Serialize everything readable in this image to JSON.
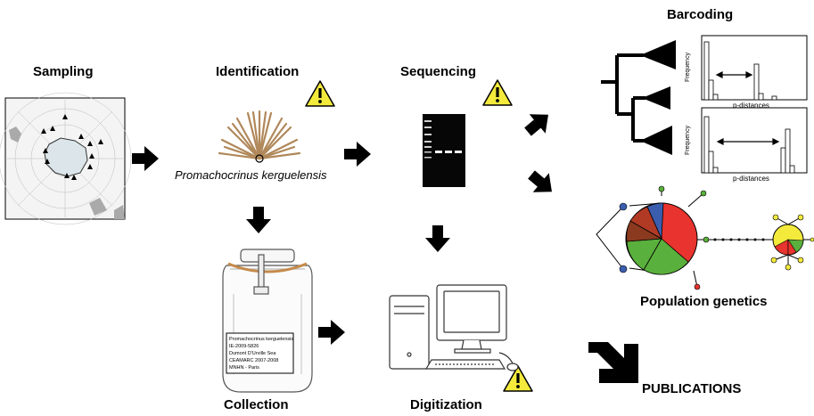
{
  "steps": {
    "sampling": {
      "title": "Sampling"
    },
    "identification": {
      "title": "Identification",
      "species": "Promachocrinus kerguelensis"
    },
    "sequencing": {
      "title": "Sequencing"
    },
    "barcoding": {
      "title": "Barcoding"
    },
    "population_genetics": {
      "title": "Population genetics"
    },
    "collection": {
      "title": "Collection"
    },
    "digitization": {
      "title": "Digitization"
    },
    "publications": {
      "title": "PUBLICATIONS"
    }
  },
  "jar_label": {
    "lines": [
      "Promachocrinus kerguelensis",
      "IE-2009-5826",
      "Dumont D'Urville Sea",
      "CEAMARC 2007-2008",
      "MNHN - Paris"
    ]
  },
  "barcoding_histograms": [
    {
      "ylabel": "Frequency",
      "xlabel": "p-distances"
    },
    {
      "ylabel": "Frequency",
      "xlabel": "p-distances"
    }
  ],
  "warning_icon": "warning-triangle-icon",
  "colors": {
    "warning_fill": "#f3ea3c",
    "crinoid": "#b0885a",
    "pie_red": "#e8332e",
    "pie_green": "#5ab03c",
    "pie_blue": "#3a5dae",
    "pie_brown": "#8b3a1f"
  }
}
